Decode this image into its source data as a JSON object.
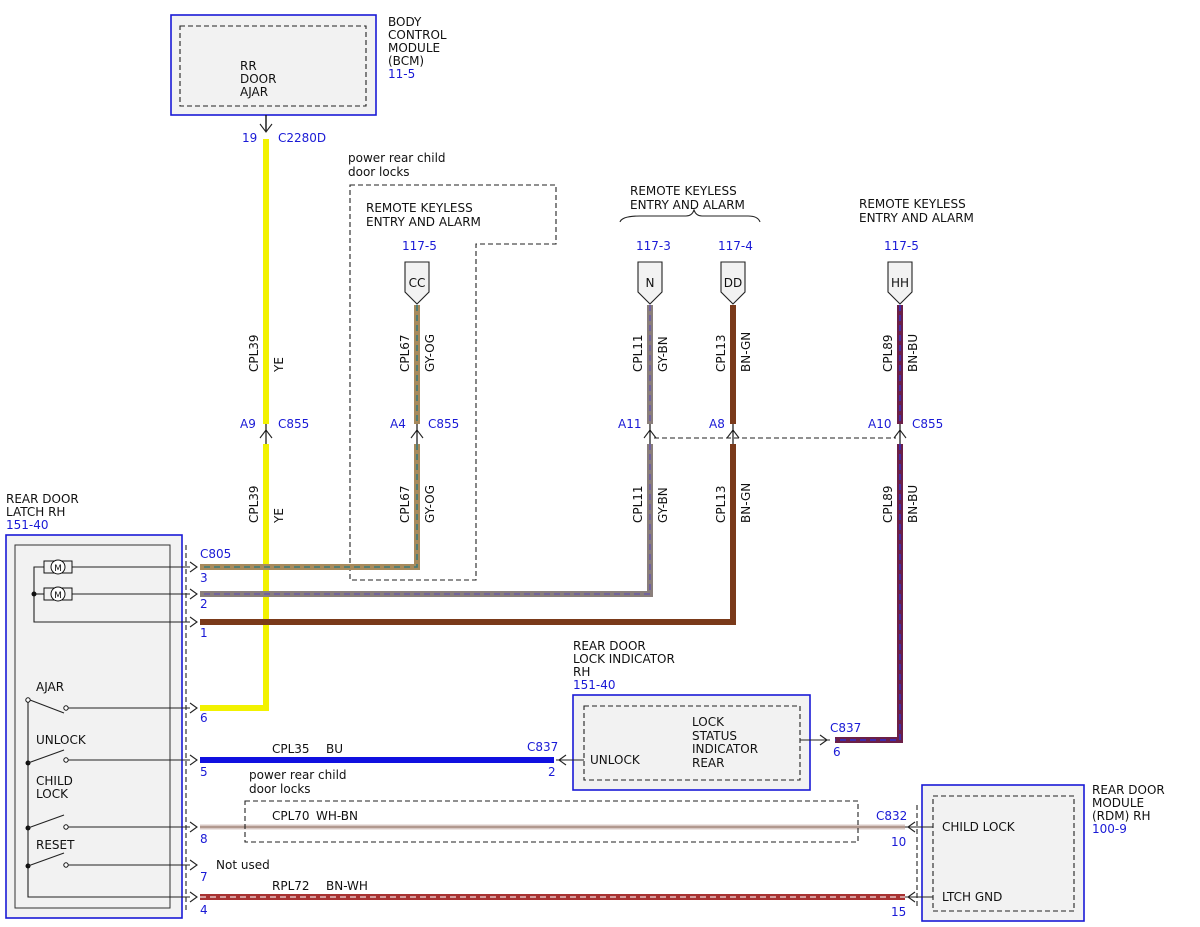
{
  "bcm": {
    "title_lines": [
      "BODY",
      "CONTROL",
      "MODULE",
      "(BCM)"
    ],
    "ref": "11-5",
    "inner_lines": [
      "RR",
      "DOOR",
      "AJAR"
    ],
    "pin": "19",
    "connector": "C2280D"
  },
  "note_child_locks": [
    "power rear child",
    "door locks"
  ],
  "rke_groups": {
    "left": [
      "REMOTE KEYLESS",
      "ENTRY AND ALARM"
    ],
    "middle": [
      "REMOTE KEYLESS",
      "ENTRY AND ALARM"
    ],
    "right": [
      "REMOTE KEYLESS",
      "ENTRY AND ALARM"
    ]
  },
  "rke_terminals": {
    "cc": {
      "ref": "117-5",
      "label": "CC"
    },
    "n": {
      "ref": "117-3",
      "label": "N"
    },
    "dd": {
      "ref": "117-4",
      "label": "DD"
    },
    "hh": {
      "ref": "117-5",
      "label": "HH"
    }
  },
  "wires": {
    "cpl39": {
      "circuit": "CPL39",
      "color_code": "YE",
      "color": "#f2f200"
    },
    "cpl67": {
      "circuit": "CPL67",
      "color_code": "GY-OG",
      "color": "#a78a5c"
    },
    "cpl11": {
      "circuit": "CPL11",
      "color_code": "GY-BN",
      "color": "#8a7f7b"
    },
    "cpl13": {
      "circuit": "CPL13",
      "color_code": "BN-GN",
      "color": "#7a3a1a"
    },
    "cpl89": {
      "circuit": "CPL89",
      "color_code": "BN-BU",
      "color": "#6b2048"
    },
    "cpl35": {
      "circuit": "CPL35",
      "color_code": "BU",
      "color": "#1010e0"
    },
    "cpl70": {
      "circuit": "CPL70",
      "color_code": "WH-BN",
      "color": "#d8c8c4"
    },
    "rpl72": {
      "circuit": "RPL72",
      "color_code": "BN-WH",
      "color": "#a83232"
    }
  },
  "c855": {
    "connector": "C855",
    "pin_a9": "A9",
    "pin_a4": "A4",
    "pin_a11": "A11",
    "pin_a8": "A8",
    "pin_a10": "A10"
  },
  "latch": {
    "title_lines": [
      "REAR DOOR",
      "LATCH RH"
    ],
    "ref": "151-40",
    "connector": "C805",
    "pins": [
      "3",
      "2",
      "1",
      "6",
      "5",
      "8",
      "7",
      "4"
    ],
    "switches": {
      "ajar": "AJAR",
      "unlock": "UNLOCK",
      "child_lock": [
        "CHILD",
        "LOCK"
      ],
      "reset": "RESET"
    },
    "motor_label": "M",
    "not_used": "Not used"
  },
  "lock_indicator": {
    "title_lines": [
      "REAR DOOR",
      "LOCK INDICATOR",
      "RH"
    ],
    "ref": "151-40",
    "inner_lines": [
      "LOCK",
      "STATUS",
      "INDICATOR",
      "REAR"
    ],
    "unlock": "UNLOCK",
    "connector_left": "C837",
    "pin_left": "2",
    "connector_right": "C837",
    "pin_right": "6"
  },
  "rdm": {
    "title_lines": [
      "REAR DOOR",
      "MODULE",
      "(RDM) RH"
    ],
    "ref": "100-9",
    "child_lock": "CHILD LOCK",
    "ltch_gnd": "LTCH GND",
    "connector": "C832",
    "pin_child": "10",
    "pin_gnd": "15"
  }
}
